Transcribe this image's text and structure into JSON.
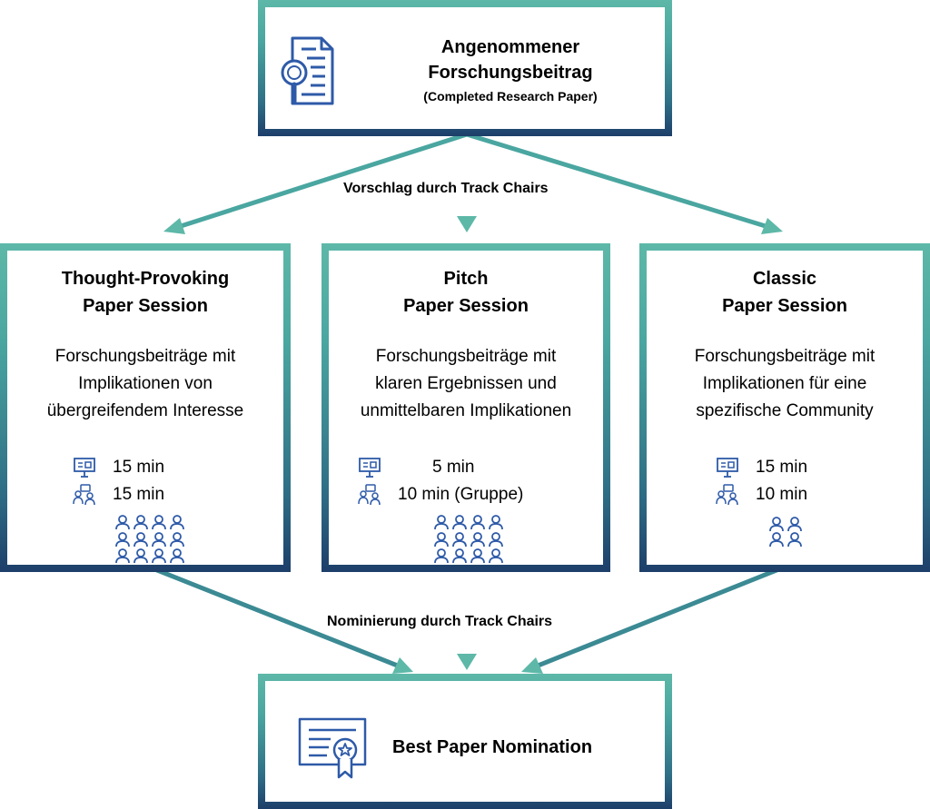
{
  "colors": {
    "teal": "#5db8a8",
    "navy": "#1d3f6a",
    "icon_blue": "#2e5aa8"
  },
  "top_box": {
    "title_line1": "Angenommener",
    "title_line2": "Forschungsbeitrag",
    "subtitle": "(Completed Research Paper)",
    "icon": "document-search-icon"
  },
  "flow_labels": {
    "proposal": "Vorschlag durch Track Chairs",
    "nomination": "Nominierung durch Track Chairs"
  },
  "sessions": [
    {
      "title_line1": "Thought-Provoking",
      "title_line2": "Paper Session",
      "desc_line1": "Forschungsbeiträge mit",
      "desc_line2": "Implikationen von",
      "desc_line3": "übergreifendem Interesse",
      "presentation_time": "15 min",
      "discussion_time": "15 min",
      "audience_icon": "large-audience-icon"
    },
    {
      "title_line1": "Pitch",
      "title_line2": "Paper Session",
      "desc_line1": "Forschungsbeiträge mit",
      "desc_line2": "klaren Ergebnissen und",
      "desc_line3": "unmittelbaren Implikationen",
      "presentation_time": "5 min",
      "discussion_time": "10 min (Gruppe)",
      "audience_icon": "large-audience-icon"
    },
    {
      "title_line1": "Classic",
      "title_line2": "Paper Session",
      "desc_line1": "Forschungsbeiträge mit",
      "desc_line2": "Implikationen für eine",
      "desc_line3": "spezifische Community",
      "presentation_time": "15 min",
      "discussion_time": "10 min",
      "audience_icon": "small-audience-icon"
    }
  ],
  "bottom_box": {
    "title": "Best Paper Nomination",
    "icon": "certificate-icon"
  }
}
